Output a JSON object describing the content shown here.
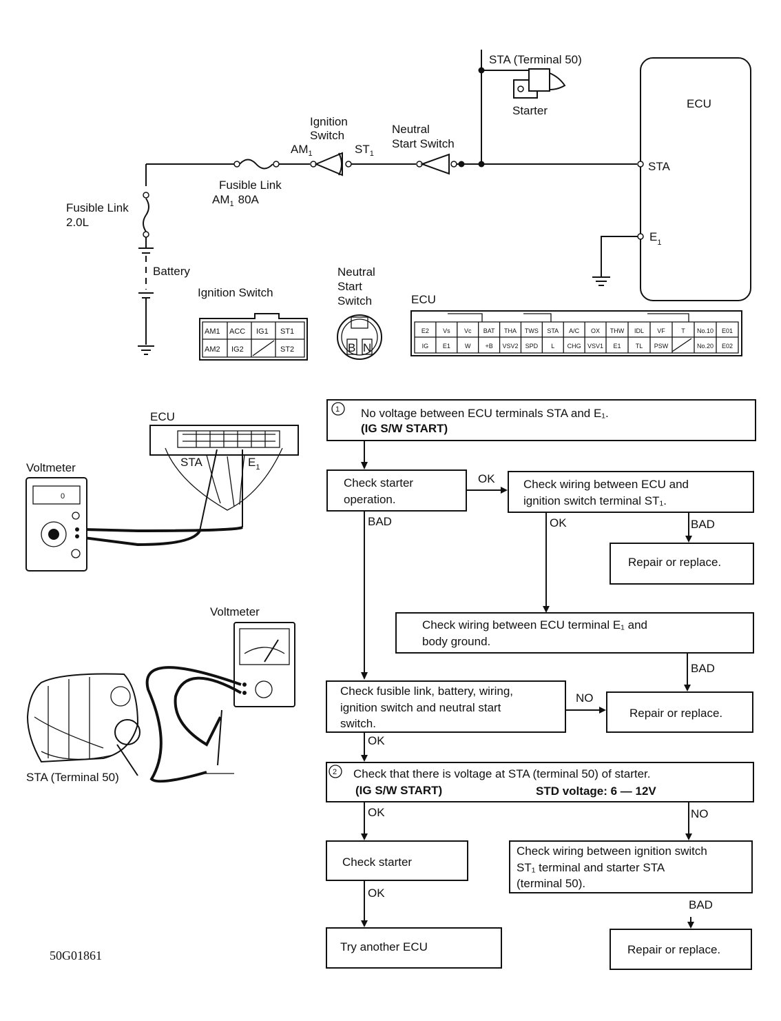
{
  "circuit": {
    "sta_terminal_label": "STA (Terminal 50)",
    "starter_label": "Starter",
    "ecu_label": "ECU",
    "ignition_switch_label_1": "Ignition",
    "ignition_switch_label_2": "Switch",
    "am1_label": "AM",
    "am1_sub": "1",
    "st1_label": "ST",
    "st1_sub": "1",
    "neutral_start_label_1": "Neutral",
    "neutral_start_label_2": "Start Switch",
    "ecu_sta_label": "STA",
    "ecu_e1_label": "E",
    "ecu_e1_sub": "1",
    "fusible_link_am1_label_1": "Fusible Link",
    "fusible_link_am1_label_2": "AM",
    "fusible_link_am1_sub": "1",
    "fusible_link_am1_rating": "80A",
    "fusible_link_2_label_1": "Fusible Link",
    "fusible_link_2_label_2": "2.0L",
    "battery_label": "Battery"
  },
  "connectors": {
    "ignition_switch": {
      "title": "Ignition Switch",
      "row1": [
        "AM1",
        "ACC",
        "IG1",
        "ST1"
      ],
      "row2": [
        "AM2",
        "IG2",
        "",
        "ST2"
      ]
    },
    "neutral_start": {
      "title_1": "Neutral",
      "title_2": "Start",
      "title_3": "Switch",
      "pins": [
        "B",
        "N"
      ]
    },
    "ecu": {
      "title": "ECU",
      "left_row1": [
        "E2",
        "Vs",
        "Vc",
        "BAT",
        "THA",
        "TWS",
        "STA",
        "A/C",
        "OX"
      ],
      "left_row2": [
        "IG",
        "E1",
        "W",
        "+B",
        "VSV2",
        "SPD",
        "L",
        "CHG",
        "VSV1"
      ],
      "right_row1": [
        "THW",
        "IDL",
        "VF",
        "T",
        "No.10",
        "E01"
      ],
      "right_row2": [
        "E1",
        "TL",
        "PSW",
        "",
        "No.20",
        "E02"
      ]
    }
  },
  "illustrations": {
    "ecu_label": "ECU",
    "sta_label": "STA",
    "e1_label": "E",
    "e1_sub": "1",
    "voltmeter_1_label": "Voltmeter",
    "voltmeter_1_display": "0",
    "voltmeter_2_label": "Voltmeter",
    "starter_sta_label": "STA (Terminal 50)"
  },
  "flowchart": {
    "step1_number": "①",
    "step1_text": "No voltage between ECU terminals STA and E₁.",
    "step1_bold": "(IG S/W START)",
    "check_starter_operation": [
      "Check starter",
      "operation."
    ],
    "label_ok_1": "OK",
    "label_bad_1": "BAD",
    "check_wiring_ecu_st1": [
      "Check wiring between ECU and",
      "ignition switch terminal ST₁."
    ],
    "label_ok_2": "OK",
    "label_bad_2": "BAD",
    "repair_1": "Repair or replace.",
    "check_wiring_e1": [
      "Check wiring between ECU terminal E₁ and",
      "body ground."
    ],
    "label_bad_3": "BAD",
    "check_fusible": [
      "Check fusible link, battery, wiring,",
      "ignition switch and neutral start",
      "switch."
    ],
    "label_no_1": "NO",
    "repair_2": "Repair or replace.",
    "label_ok_3": "OK",
    "step2_number": "②",
    "step2_text": "Check that there is voltage at STA (terminal 50) of starter.",
    "step2_bold": "(IG S/W START)",
    "step2_std": "STD voltage: 6 — 12V",
    "label_ok_4": "OK",
    "label_no_2": "NO",
    "check_starter": "Check starter",
    "check_wiring_st1_sta": [
      "Check wiring between ignition switch",
      "ST₁ terminal and starter STA",
      "(terminal 50)."
    ],
    "label_ok_5": "OK",
    "label_bad_4": "BAD",
    "try_another_ecu": "Try another ECU",
    "repair_3": "Repair or replace."
  },
  "figure_code": "50G01861"
}
